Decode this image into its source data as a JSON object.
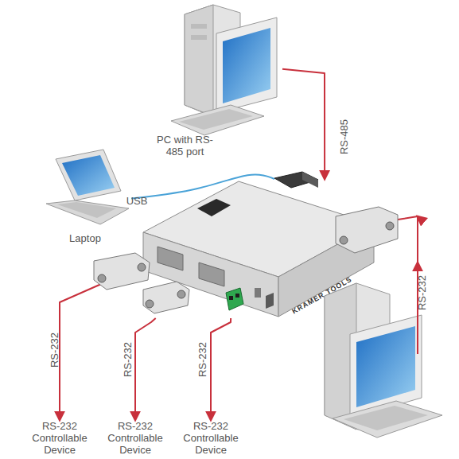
{
  "diagram": {
    "nodes": [
      {
        "text": [
          "PC with RS-485 port"
        ]
      },
      {
        "text": [
          "Laptop"
        ]
      },
      {
        "text": [
          "KRAMER TOOLS"
        ]
      },
      {
        "text": [
          "RS-232 Controllable Device"
        ]
      },
      {
        "text": [
          "RS-232 Controllable Device"
        ]
      },
      {
        "text": [
          "RS-232 Controllable Device"
        ]
      }
    ],
    "edges": [
      {
        "from": 0,
        "to": 2,
        "label": "RS-485",
        "arrow": "to"
      },
      {
        "from": 1,
        "to": 2,
        "label": "USB",
        "arrow": "none"
      },
      {
        "from": 2,
        "to": 3,
        "label": "RS-232",
        "arrow": "to"
      },
      {
        "from": 2,
        "to": 4,
        "label": "RS-232",
        "arrow": "to"
      },
      {
        "from": 2,
        "to": 5,
        "label": "RS-232",
        "arrow": "to"
      }
    ],
    "labels": [
      "RS-232"
    ]
  }
}
